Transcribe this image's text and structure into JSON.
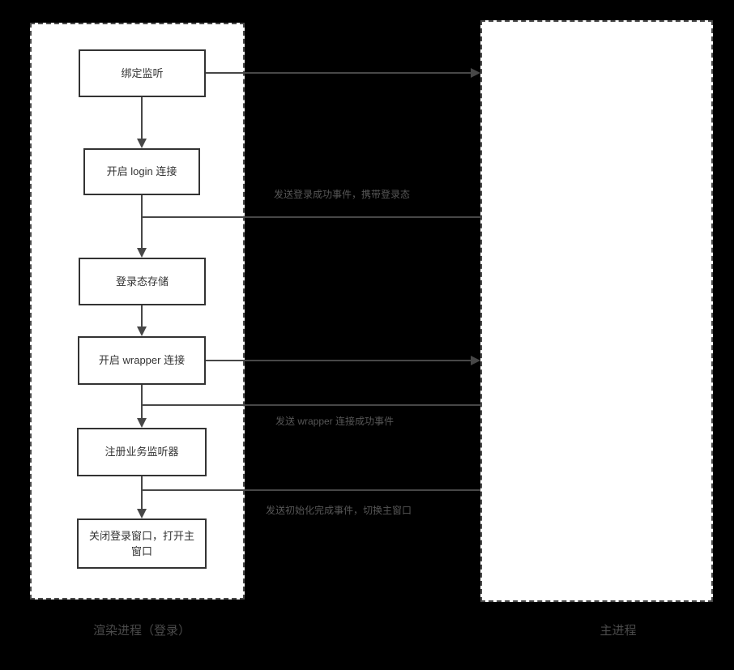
{
  "diagram": {
    "left_lane": {
      "label": "渲染进程（登录）",
      "nodes": [
        {
          "id": "bind-listener",
          "label": "绑定监听"
        },
        {
          "id": "open-login-conn",
          "label": "开启 login 连接"
        },
        {
          "id": "store-login-state",
          "label": "登录态存储"
        },
        {
          "id": "open-wrapper-conn",
          "label": "开启 wrapper 连接"
        },
        {
          "id": "register-listeners",
          "label": "注册业务监听器"
        },
        {
          "id": "switch-window",
          "label": "关闭登录窗口，打开主窗口"
        }
      ]
    },
    "right_lane": {
      "label": "主进程"
    },
    "messages": [
      {
        "id": "msg-bind",
        "label": "",
        "direction": "right"
      },
      {
        "id": "msg-login-success",
        "label": "发送登录成功事件，携带登录态",
        "direction": "left"
      },
      {
        "id": "msg-open-wrapper",
        "label": "",
        "direction": "right"
      },
      {
        "id": "msg-wrapper-success",
        "label": "发送 wrapper 连接成功事件",
        "direction": "left"
      },
      {
        "id": "msg-init-done",
        "label": "发送初始化完成事件，切换主窗口",
        "direction": "left"
      }
    ],
    "colors": {
      "background": "#000000",
      "lane_fill": "#ffffff",
      "lane_border": "#4a4a4a",
      "node_border": "#333333",
      "node_text": "#333333",
      "connector_stroke": "#474747",
      "message_text": "#565656",
      "lane_label_text": "#4a4a4a"
    }
  }
}
